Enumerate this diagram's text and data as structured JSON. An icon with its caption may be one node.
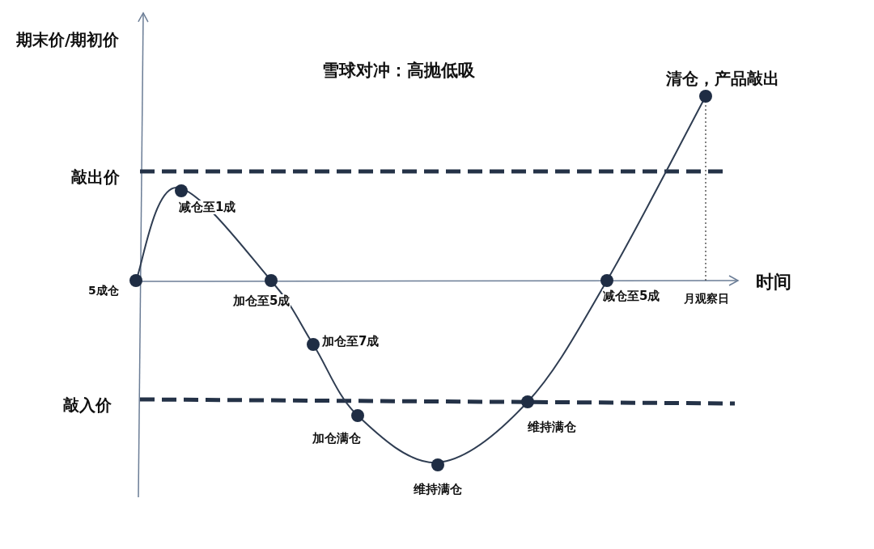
{
  "diagram": {
    "title": "雪球对冲：高抛低吸",
    "labels": [
      "期末价/期初价",
      "清仓，产品敲出",
      "敲出价",
      "减仓至1成",
      "时间",
      "5成仓",
      "加仓至5成",
      "减仓至5成",
      "月观察日",
      "加仓至7成",
      "敲入价",
      "加仓满仓",
      "维持满仓",
      "维持满仓"
    ]
  }
}
